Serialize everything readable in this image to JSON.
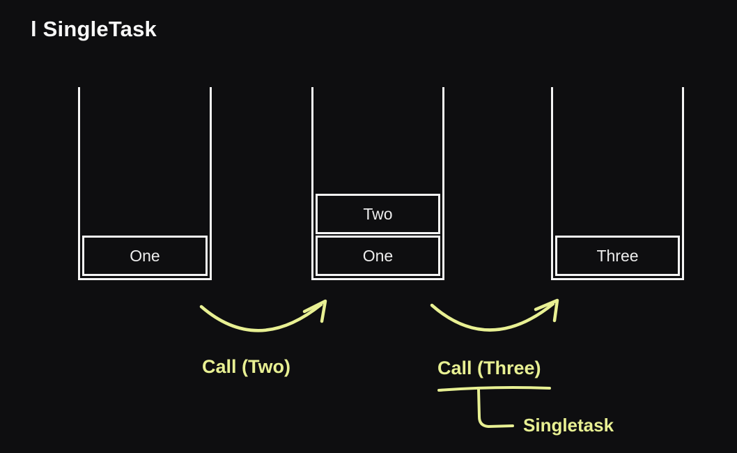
{
  "title": "l SingleTask",
  "colors": {
    "background": "#0e0e10",
    "stack_line": "#f5f5f5",
    "cell_text": "#ededed",
    "accent": "#e8f093"
  },
  "stacks": [
    {
      "cells": [
        "One"
      ]
    },
    {
      "cells": [
        "Two",
        "One"
      ]
    },
    {
      "cells": [
        "Three"
      ]
    }
  ],
  "annotations": {
    "call_two": "Call (Two)",
    "call_three": "Call (Three)",
    "singletask": "Singletask"
  }
}
